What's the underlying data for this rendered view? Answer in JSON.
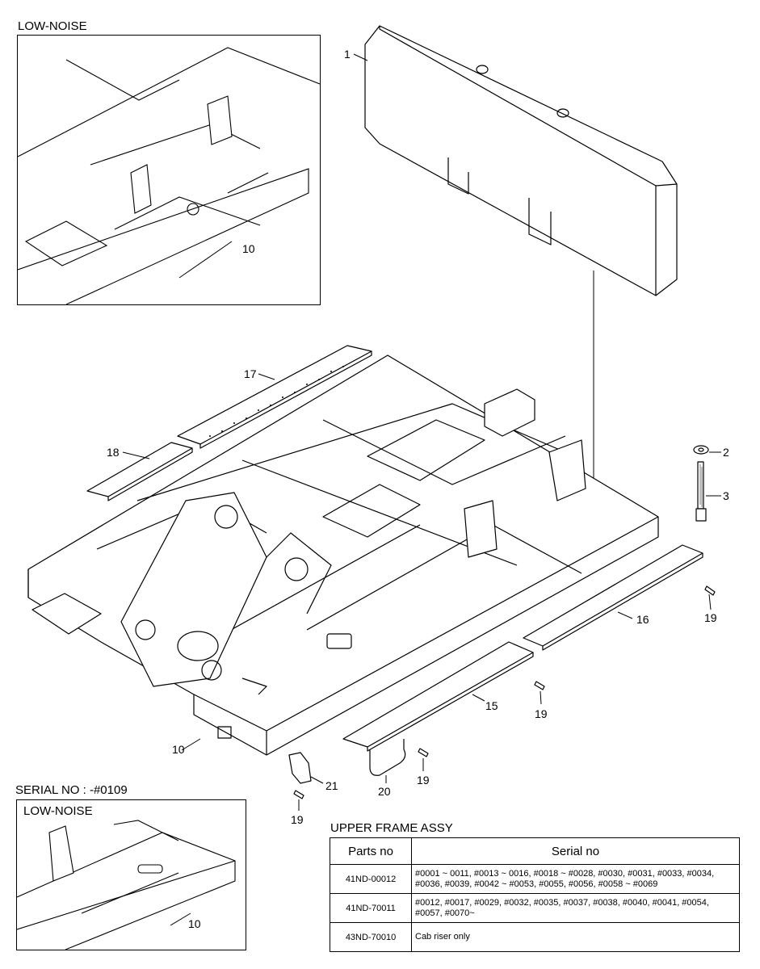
{
  "insets": {
    "top": {
      "title": "LOW-NOISE",
      "part_callout": "10"
    },
    "bottom": {
      "serial_title": "SERIAL NO : -#0109",
      "title": "LOW-NOISE",
      "part_callout": "10"
    }
  },
  "callouts": {
    "p1": "1",
    "p2": "2",
    "p3": "3",
    "p10": "10",
    "p15": "15",
    "p16": "16",
    "p17": "17",
    "p18": "18",
    "p19a": "19",
    "p19b": "19",
    "p19c": "19",
    "p19d": "19",
    "p20": "20",
    "p21": "21"
  },
  "table": {
    "title": "UPPER FRAME ASSY",
    "headers": [
      "Parts no",
      "Serial no"
    ],
    "rows": [
      {
        "part": "41ND-00012",
        "serial": "#0001 ~ 0011, #0013 ~ 0016, #0018 ~ #0028, #0030, #0031, #0033, #0034, #0036, #0039, #0042 ~ #0053, #0055, #0056, #0058 ~ #0069"
      },
      {
        "part": "41ND-70011",
        "serial": "#0012, #0017, #0029, #0032, #0035, #0037, #0038, #0040, #0041, #0054, #0057, #0070~"
      },
      {
        "part": "43ND-70010",
        "serial": "Cab riser only"
      }
    ]
  }
}
